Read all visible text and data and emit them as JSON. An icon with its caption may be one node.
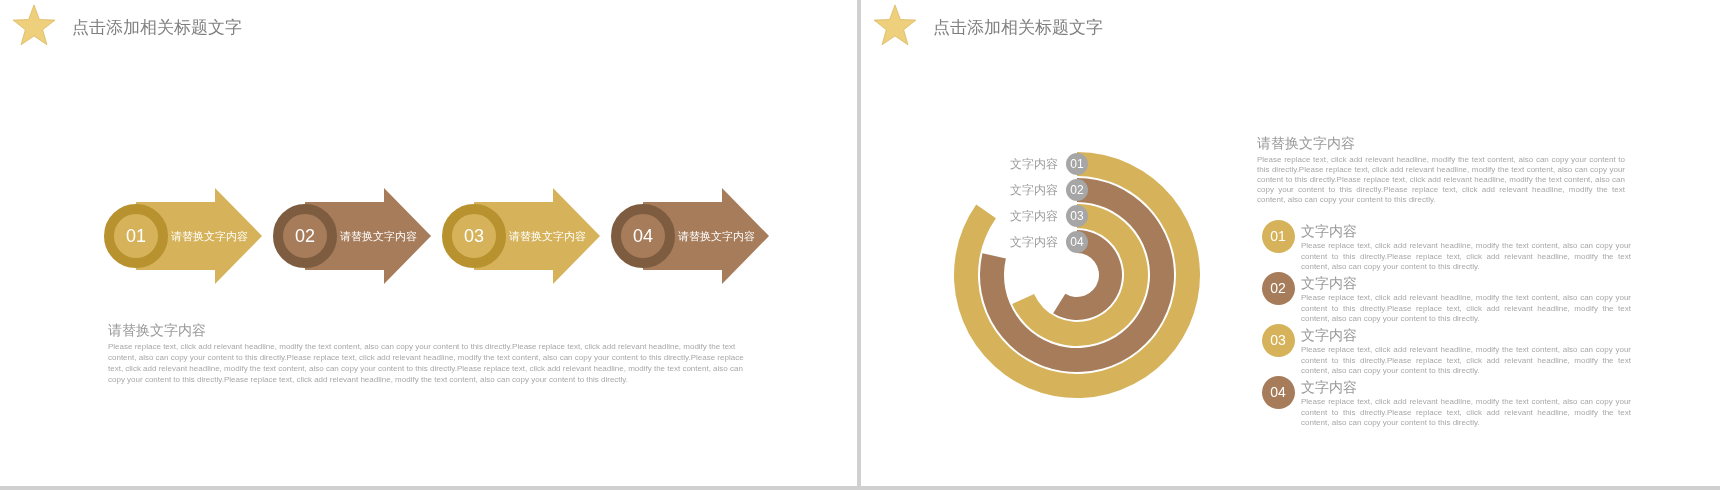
{
  "diagram": {
    "nodes": [
      {
        "text": [
          "点击添加相关标题文字"
        ]
      },
      {
        "text": [
          "01"
        ],
        "in": 0
      },
      {
        "text": [
          "请替换文字内容"
        ],
        "in": 0
      },
      {
        "text": [
          "02"
        ],
        "in": 0
      },
      {
        "text": [
          "请替换文字内容"
        ],
        "in": 0
      },
      {
        "text": [
          "03"
        ],
        "in": 0
      },
      {
        "text": [
          "请替换文字内容"
        ],
        "in": 0
      },
      {
        "text": [
          "04"
        ],
        "in": 0
      },
      {
        "text": [
          "请替换文字内容"
        ],
        "in": 0
      },
      {
        "text": [
          "点击添加相关标题文字"
        ]
      },
      {
        "text": [
          "01"
        ],
        "beside": [
          "文字内容"
        ],
        "in": 9
      },
      {
        "text": [
          "02"
        ],
        "beside": [
          "文字内容"
        ],
        "in": 9
      },
      {
        "text": [
          "03"
        ],
        "beside": [
          "文字内容"
        ],
        "in": 9
      },
      {
        "text": [
          "04"
        ],
        "beside": [
          "文字内容"
        ],
        "in": 9
      },
      {
        "text": [
          "01"
        ],
        "beside": [
          "文字内容",
          "Please replace text, click add relevant headline, modify the text content, also can copy your content to this directly.Please replace text, click add relevant headline, modify the text content, also can copy your content to this directly."
        ],
        "in": 9
      },
      {
        "text": [
          "02"
        ],
        "beside": [
          "文字内容",
          "Please replace text, click add relevant headline, modify the text content, also can copy your content to this directly.Please replace text, click add relevant headline, modify the text content, also can copy your content to this directly."
        ],
        "in": 9
      },
      {
        "text": [
          "03"
        ],
        "beside": [
          "文字内容",
          "Please replace text, click add relevant headline, modify the text content, also can copy your content to this directly.Please replace text, click add relevant headline, modify the text content, also can copy your content to this directly."
        ],
        "in": 9
      },
      {
        "text": [
          "04"
        ],
        "beside": [
          "文字内容",
          "Please replace text, click add relevant headline, modify the text content, also can copy your content to this directly.Please replace text, click add relevant headline, modify the text content, also can copy your content to this directly."
        ],
        "in": 9
      }
    ],
    "labels": [
      "请替换文字内容",
      "Please replace text, click add relevant headline, modify the text content, also can copy your content to this directly.Please replace text, click add relevant headline, modify the text content, also can copy your content to this directly.Please replace text, click add relevant headline, modify the text content, also can copy your content to this directly.Please replace text, click add relevant headline, modify the text content, also can copy your content to this directly.Please replace text, click add relevant headline, modify the text content, also can copy your content to this directly.Please replace text, click add relevant headline, modify the text content, also can copy your content to this directly.",
      "请替换文字内容",
      "Please replace text, click add relevant headline, modify the text content, also can copy your content to this directly.Please replace text, click add relevant headline, modify the text content, also can copy your content to this directly.Please replace text, click add relevant headline, modify the text content, also can copy your content to this directly.Please replace text, click add relevant headline, modify the text content, also can copy your content to this directly."
    ]
  }
}
